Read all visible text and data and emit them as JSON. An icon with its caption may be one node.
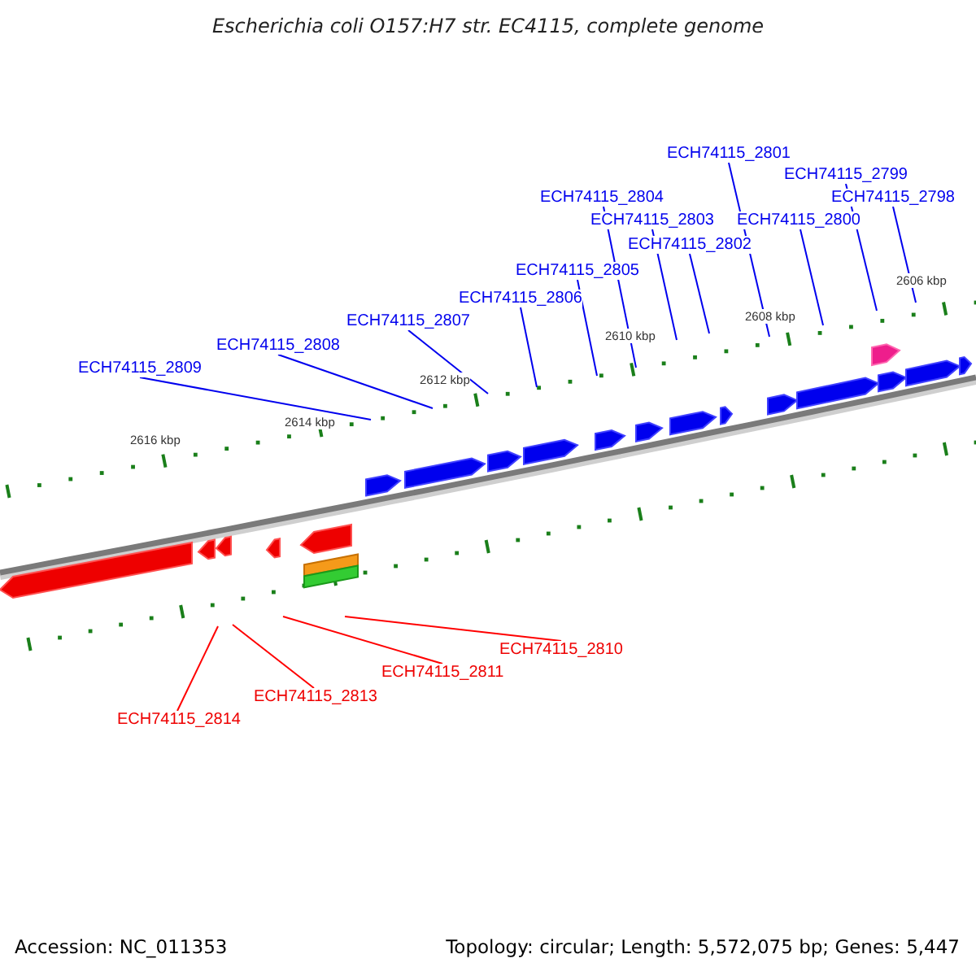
{
  "diagram": {
    "title": "Escherichia coli O157:H7 str. EC4115, complete genome",
    "nodes": [
      {
        "text": [
          "ECH74115_2801"
        ]
      },
      {
        "text": [
          "ECH74115_2799"
        ]
      },
      {
        "text": [
          "ECH74115_2804"
        ]
      },
      {
        "text": [
          "ECH74115_2798"
        ]
      },
      {
        "text": [
          "ECH74115_2803"
        ]
      },
      {
        "text": [
          "ECH74115_2800"
        ]
      },
      {
        "text": [
          "ECH74115_2802"
        ]
      },
      {
        "text": [
          "ECH74115_2805"
        ]
      },
      {
        "text": [
          "ECH74115_2806"
        ]
      },
      {
        "text": [
          "ECH74115_2807"
        ]
      },
      {
        "text": [
          "ECH74115_2808"
        ]
      },
      {
        "text": [
          "ECH74115_2809"
        ]
      },
      {
        "text": [
          "ECH74115_2810"
        ]
      },
      {
        "text": [
          "ECH74115_2811"
        ]
      },
      {
        "text": [
          "ECH74115_2813"
        ]
      },
      {
        "text": [
          "ECH74115_2814"
        ]
      }
    ],
    "edges": [
      {
        "from": 0,
        "to": null,
        "arrow": "none"
      },
      {
        "from": 1,
        "to": null,
        "arrow": "none"
      },
      {
        "from": 2,
        "to": null,
        "arrow": "none"
      },
      {
        "from": 3,
        "to": null,
        "arrow": "none"
      },
      {
        "from": 4,
        "to": null,
        "arrow": "none"
      },
      {
        "from": 5,
        "to": null,
        "arrow": "none"
      },
      {
        "from": 6,
        "to": null,
        "arrow": "none"
      },
      {
        "from": 7,
        "to": null,
        "arrow": "none"
      },
      {
        "from": 8,
        "to": null,
        "arrow": "none"
      },
      {
        "from": 9,
        "to": null,
        "arrow": "none"
      },
      {
        "from": 10,
        "to": null,
        "arrow": "none"
      },
      {
        "from": 11,
        "to": null,
        "arrow": "none"
      },
      {
        "from": 12,
        "to": null,
        "arrow": "none",
        "color": "#ff0000"
      },
      {
        "from": 13,
        "to": null,
        "arrow": "none",
        "color": "#ff0000"
      },
      {
        "from": 14,
        "to": null,
        "arrow": "none",
        "color": "#ff0000"
      },
      {
        "from": 15,
        "to": null,
        "arrow": "none",
        "color": "#ff0000"
      }
    ],
    "labels": [
      "2606 kbp",
      "2608 kbp",
      "2610 kbp",
      "2612 kbp",
      "2614 kbp",
      "2616 kbp",
      "Accession: NC_011353",
      "Topology: circular; Length: 5,572,075 bp; Genes: 5,447"
    ]
  }
}
